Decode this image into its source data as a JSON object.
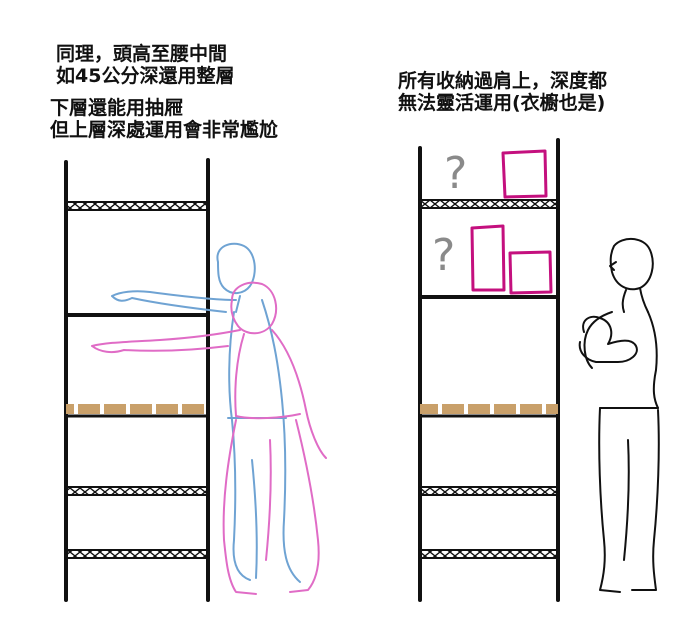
{
  "captions": {
    "left_top": "同理，頭高至腰中間\n如45公分深還用整層",
    "left_bottom": "下層還能用抽屜\n但上層深處運用會非常尷尬",
    "right": "所有收納過肩上，深度都\n無法靈活運用(衣櫥也是)"
  },
  "symbols": {
    "question_mark": "?"
  },
  "colors": {
    "ink": "#111111",
    "blue_figure": "#6fa3d3",
    "pink_figure": "#e06cc6",
    "magenta_box": "#c4107e",
    "wood_shelf": "#c9a06a",
    "question_gray": "#8a8a8a"
  }
}
